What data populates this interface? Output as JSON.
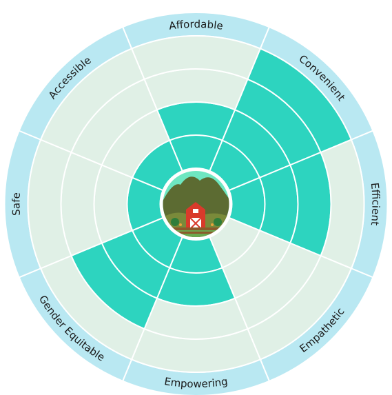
{
  "chart_data": {
    "type": "radial-segment",
    "levels": 4,
    "categories": [
      "Affordable",
      "Convenient",
      "Efficient",
      "Empathetic",
      "Empowering",
      "Gender Equitable",
      "Safe",
      "Accessible"
    ],
    "values": [
      2,
      4,
      3,
      0,
      2,
      3,
      1,
      1
    ],
    "colors": {
      "filled": "#2dd4bf",
      "empty": "#e0f0e6",
      "label_ring": "#b9e8f2",
      "ring_lines": "#ffffff"
    },
    "center_icon": "barn-landscape-icon"
  }
}
